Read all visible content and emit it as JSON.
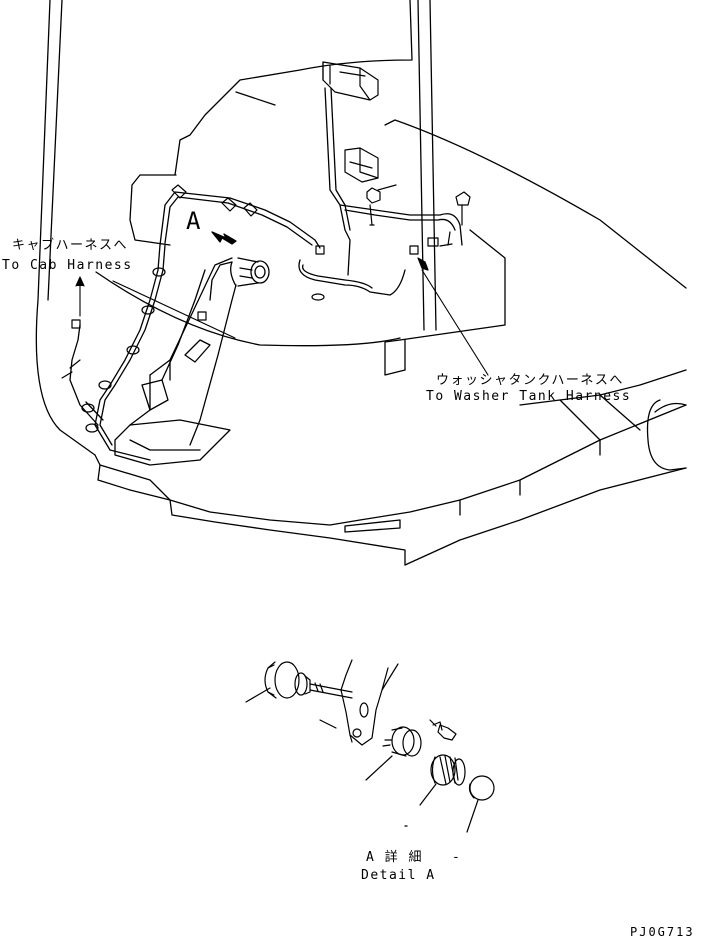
{
  "callouts": {
    "cab_harness_jp": "キャブハーネスへ",
    "cab_harness_en": "To Cab Harness",
    "washer_tank_jp": "ウォッシャタンクハーネスへ",
    "washer_tank_en": "To Washer Tank Harness",
    "view_marker": "A"
  },
  "detail": {
    "title_jp": "A 詳 細",
    "title_suffix": "-",
    "title_en": "Detail A"
  },
  "drawing_code": "PJ0G713"
}
